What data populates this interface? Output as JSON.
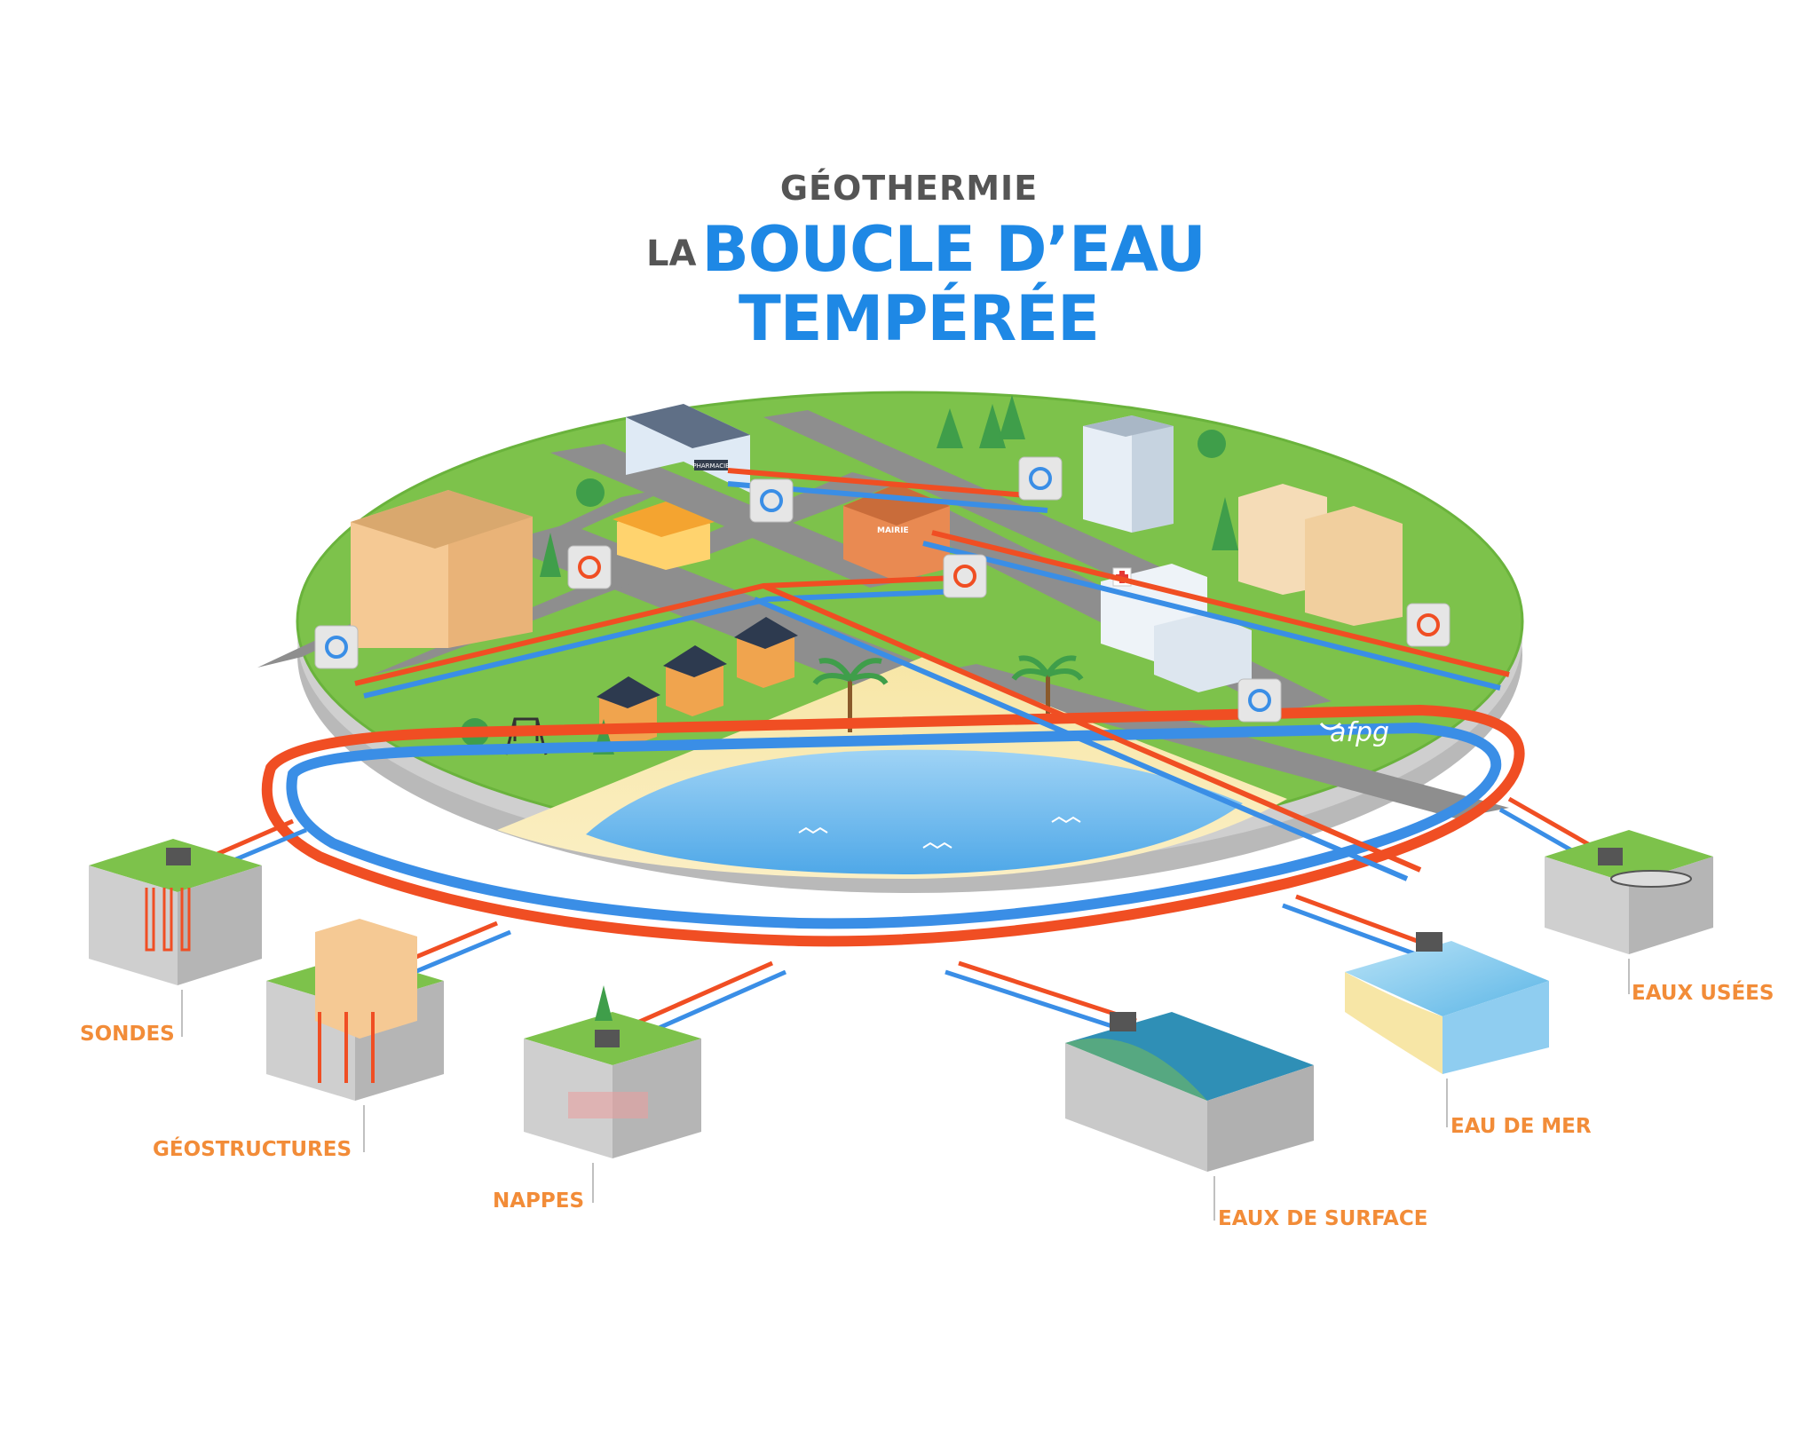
{
  "title": {
    "line1": "GÉOTHERMIE",
    "prefix": "LA",
    "line2": "BOUCLE D’EAU",
    "line3": "TEMPÉRÉE"
  },
  "buildings": {
    "town_hall_sign": "MAIRIE",
    "pharmacy_sign": "PHARMACIE"
  },
  "sources": [
    {
      "label": "SONDES"
    },
    {
      "label": "GÉOSTRUCTURES"
    },
    {
      "label": "NAPPES"
    },
    {
      "label": "EAUX DE SURFACE"
    },
    {
      "label": "EAU DE MER"
    },
    {
      "label": "EAUX USÉES"
    }
  ],
  "logo": "afpg",
  "colors": {
    "accent_blue": "#1e88e5",
    "pipe_red": "#f04e23",
    "pipe_blue": "#3a8ee6",
    "label_orange": "#f28c38",
    "grass": "#7dc24b"
  }
}
